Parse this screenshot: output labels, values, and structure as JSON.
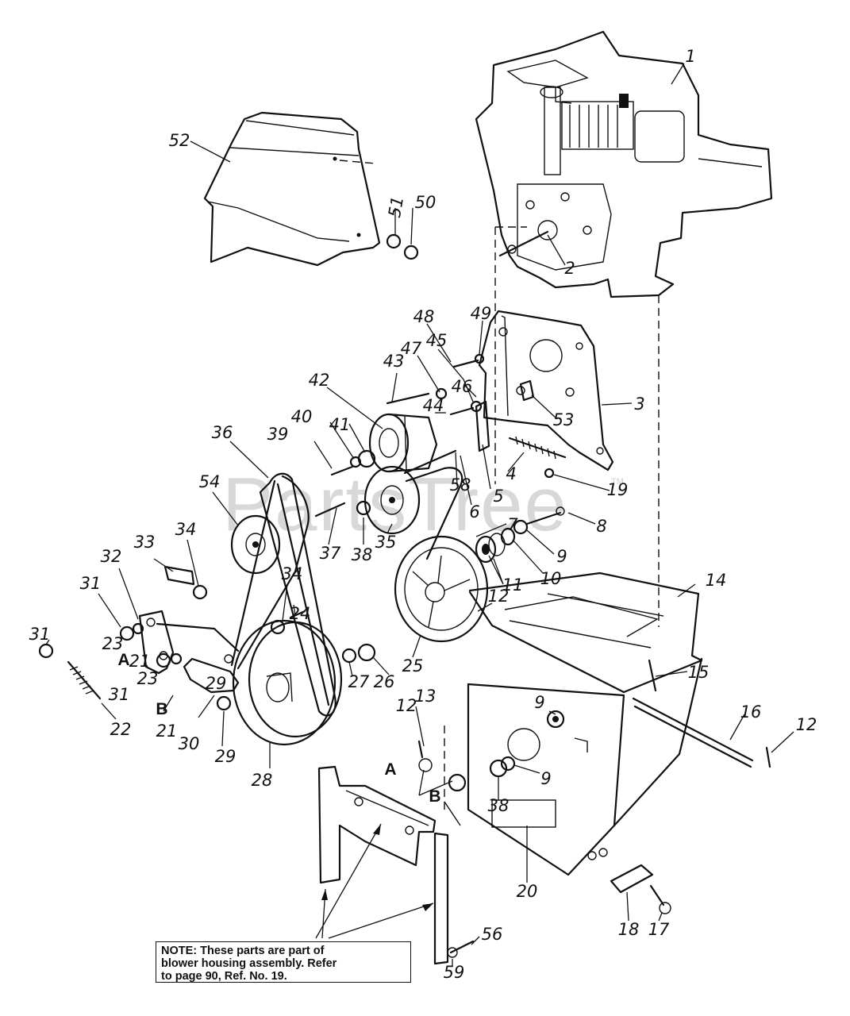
{
  "watermark": {
    "text": "PartsTree",
    "trademark": "TM"
  },
  "note": {
    "line1": "NOTE:   These parts are part of",
    "line2": "blower housing assembly.  Refer",
    "line3": "to page 90, Ref. No. 19."
  },
  "callouts": {
    "c1": "1",
    "c2": "2",
    "c3": "3",
    "c4": "4",
    "c5": "5",
    "c6": "6",
    "c7": "7",
    "c8": "8",
    "c9a": "9",
    "c9b": "9",
    "c9c": "9",
    "c10": "10",
    "c11": "11",
    "c12a": "12",
    "c12b": "12",
    "c12c": "12",
    "c13": "13",
    "c14": "14",
    "c15": "15",
    "c16": "16",
    "c17": "17",
    "c18": "18",
    "c19": "19",
    "c20": "20",
    "c21a": "21",
    "c21b": "21",
    "c22": "22",
    "c23a": "23",
    "c23b": "23",
    "c24": "24",
    "c25": "25",
    "c26": "26",
    "c27": "27",
    "c28": "28",
    "c29a": "29",
    "c29b": "29",
    "c30": "30",
    "c31a": "31",
    "c31b": "31",
    "c31c": "31",
    "c32": "32",
    "c33": "33",
    "c34a": "34",
    "c34b": "34",
    "c35": "35",
    "c36": "36",
    "c37": "37",
    "c38a": "38",
    "c38b": "38",
    "c39": "39",
    "c40": "40",
    "c41": "41",
    "c42": "42",
    "c43": "43",
    "c44": "44",
    "c45": "45",
    "c46": "46",
    "c47": "47",
    "c48": "48",
    "c49": "49",
    "c50": "50",
    "c51": "51",
    "c52": "52",
    "c53": "53",
    "c54": "54",
    "c56": "56",
    "c58": "58",
    "c59": "59"
  },
  "letters": {
    "a1": "A",
    "b1": "B",
    "a2": "A",
    "b2": "B"
  }
}
